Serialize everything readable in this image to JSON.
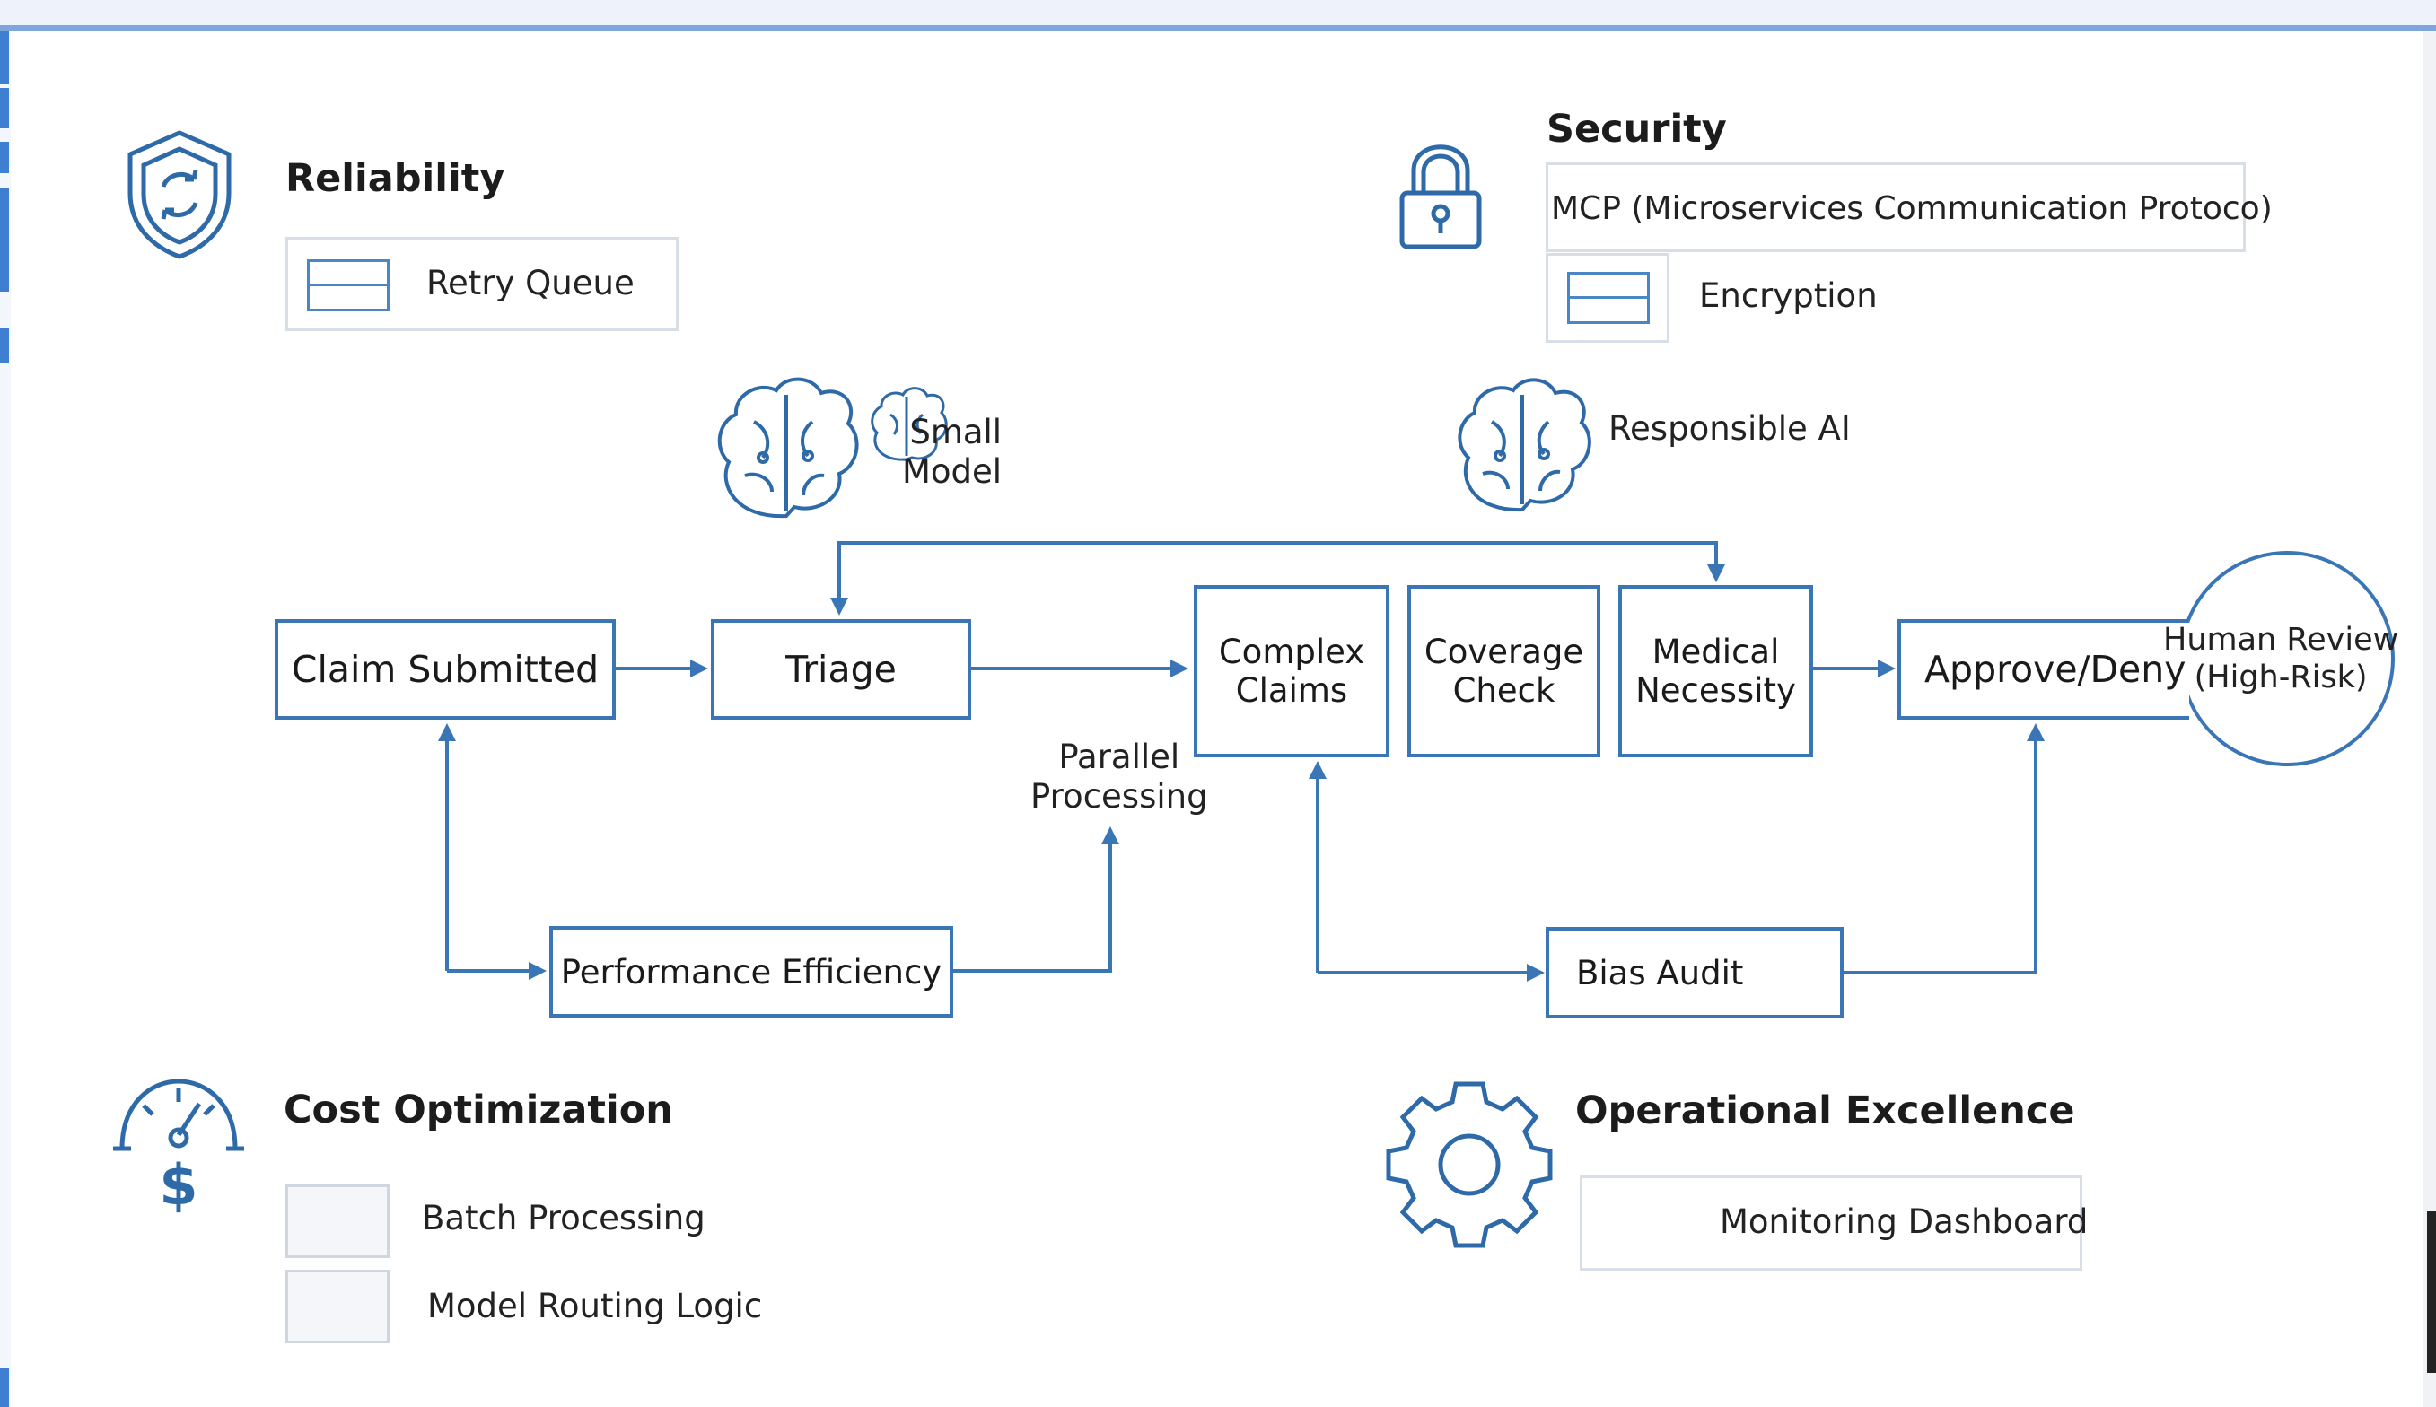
{
  "pillars": {
    "reliability": {
      "title": "Reliability",
      "items": [
        "Retry Queue"
      ]
    },
    "security": {
      "title": "Security",
      "items": [
        "MCP (Microservices Communication Protoco)",
        "Encryption"
      ]
    },
    "cost": {
      "title": "Cost Optimization",
      "items": [
        "Batch Processing",
        "Model Routing Logic"
      ]
    },
    "ops": {
      "title": "Operational Excellence",
      "items": [
        "Monitoring Dashboard"
      ]
    }
  },
  "models": {
    "small_model": "Small\nModel",
    "responsible_ai": "Responsible AI"
  },
  "flow": {
    "claim_submitted": "Claim Submitted",
    "triage": "Triage",
    "complex_claims": "Complex\nClaims",
    "coverage_check": "Coverage\nCheck",
    "medical_necessity": "Medical\nNecessity",
    "approve_deny": "Approve/Deny",
    "human_review": "Human Review\n(High-Risk)",
    "parallel_processing": "Parallel\nProcessing",
    "performance_efficiency": "Performance Efficiency",
    "bias_audit": "Bias Audit"
  },
  "colors": {
    "accent": "#3a76b6",
    "frame": "#7ea6dd",
    "text": "#1c1c1c"
  },
  "icons": [
    "shield-icon",
    "lock-icon",
    "brain-icon",
    "gauge-dollar-icon",
    "gear-icon",
    "camera-icon",
    "panel-icon"
  ]
}
